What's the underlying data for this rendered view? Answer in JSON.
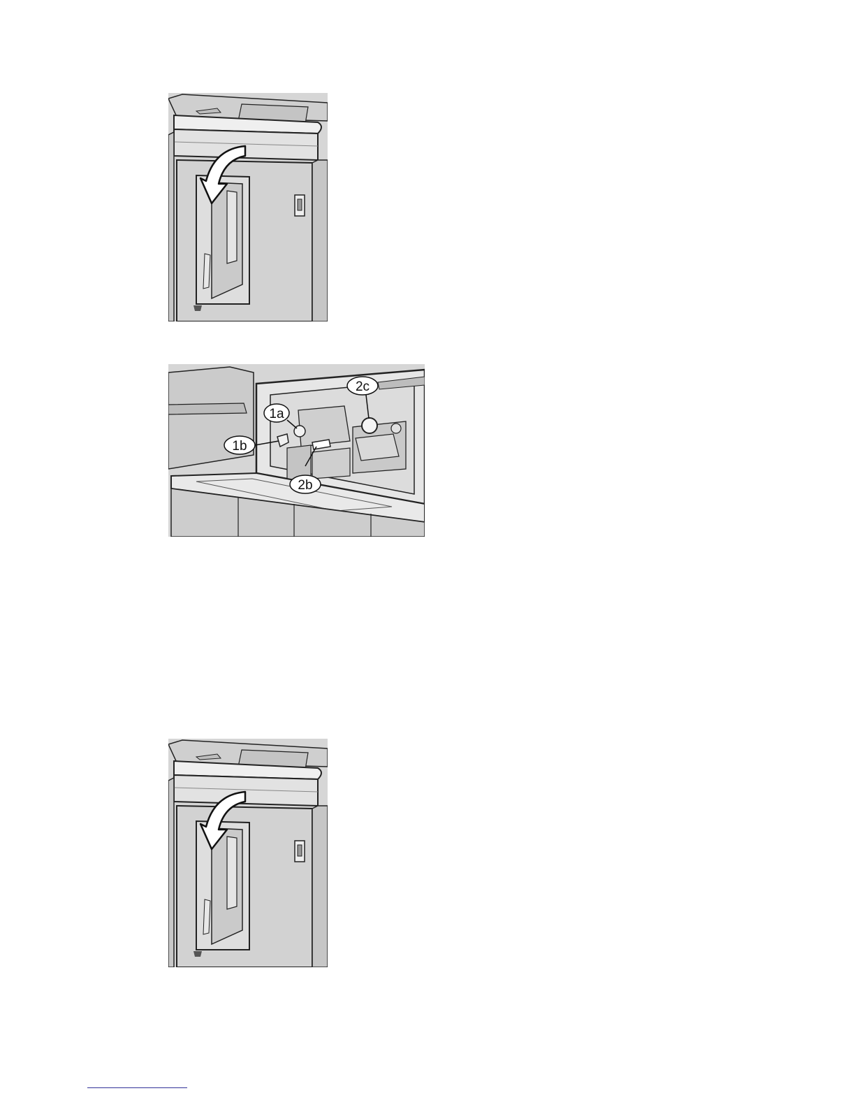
{
  "figures": [
    {
      "name": "open-front-cover-illustration"
    },
    {
      "name": "jam-clearance-levers-illustration",
      "callouts": {
        "c1a": "1a",
        "c1b": "1b",
        "c2b": "2b",
        "c2c": "2c"
      }
    },
    {
      "name": "close-front-cover-illustration"
    }
  ],
  "colors": {
    "panel": "#d4d4d4",
    "panel_dark": "#b8b8b8",
    "outline": "#222222",
    "callout_bg": "#ffffff",
    "footer_rule": "#333399"
  }
}
